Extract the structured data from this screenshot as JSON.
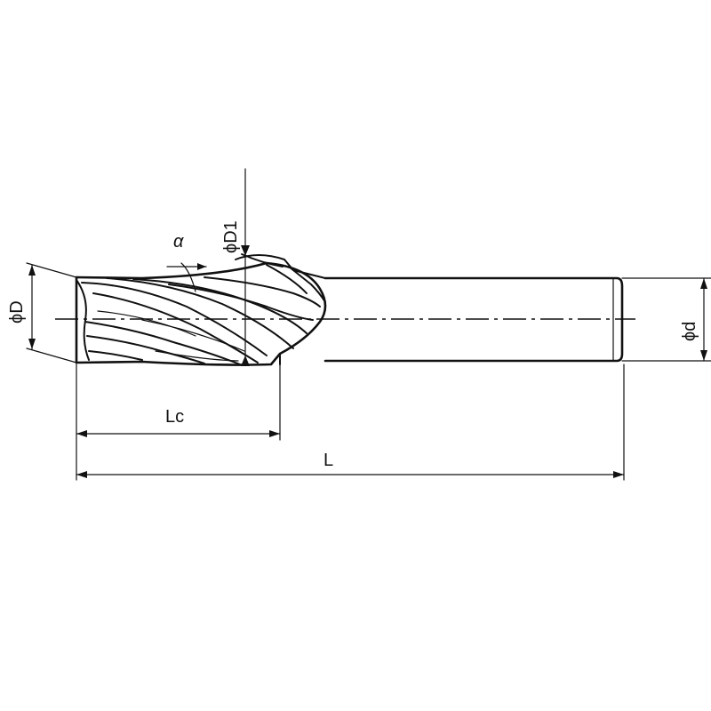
{
  "labels": {
    "phi_D": "ϕD",
    "phi_D1": "ϕD1",
    "alpha": "α",
    "phi_d": "ϕd",
    "Lc": "Lc",
    "L": "L"
  }
}
